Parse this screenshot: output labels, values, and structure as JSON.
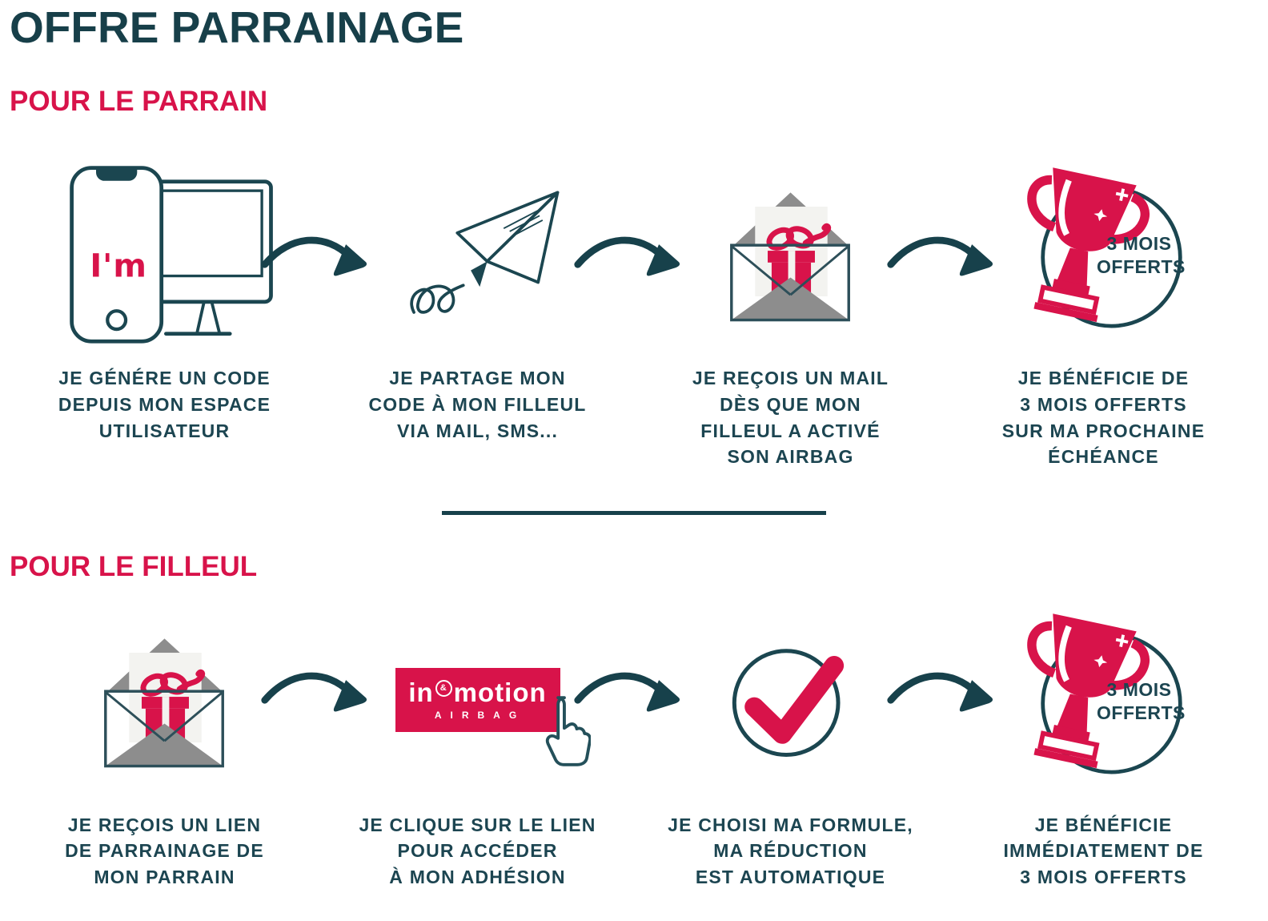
{
  "title": "OFFRE PARRAINAGE",
  "badge": "3 MOIS\nOFFERTS",
  "brand": {
    "phone_logo": "I'm",
    "left": "in",
    "amp": "&",
    "right": "motion",
    "sub": "AIRBAG"
  },
  "colors": {
    "teal": "#17414b",
    "red": "#d8134a",
    "gray": "#8d8d8d",
    "card": "#f3f3f0"
  },
  "sections": [
    {
      "heading": "POUR LE PARRAIN",
      "steps": [
        {
          "icon": "phone-computer",
          "caption": "JE GÉNÉRE UN CODE\nDEPUIS MON ESPACE\nUTILISATEUR"
        },
        {
          "icon": "paper-plane",
          "caption": "JE PARTAGE MON\nCODE À MON FILLEUL\nVIA MAIL, SMS..."
        },
        {
          "icon": "envelope-gift",
          "caption": "JE REÇOIS UN MAIL\nDÈS QUE MON\nFILLEUL A ACTIVÉ\nSON AIRBAG"
        },
        {
          "icon": "trophy-badge",
          "caption": "JE BÉNÉFICIE DE\n3 MOIS OFFERTS\nSUR MA PROCHAINE\nÉCHÉANCE"
        }
      ]
    },
    {
      "heading": "POUR LE FILLEUL",
      "steps": [
        {
          "icon": "envelope-gift",
          "caption": "JE REÇOIS UN LIEN\nDE PARRAINAGE DE\nMON PARRAIN"
        },
        {
          "icon": "inmotion-button",
          "caption": "JE CLIQUE SUR LE LIEN\nPOUR ACCÉDER\nÀ MON ADHÉSION"
        },
        {
          "icon": "check-circle",
          "caption": "JE CHOISI MA FORMULE,\nMA RÉDUCTION\nEST AUTOMATIQUE"
        },
        {
          "icon": "trophy-badge",
          "caption": "JE BÉNÉFICIE\nIMMÉDIATEMENT DE\n3 MOIS OFFERTS"
        }
      ]
    }
  ]
}
